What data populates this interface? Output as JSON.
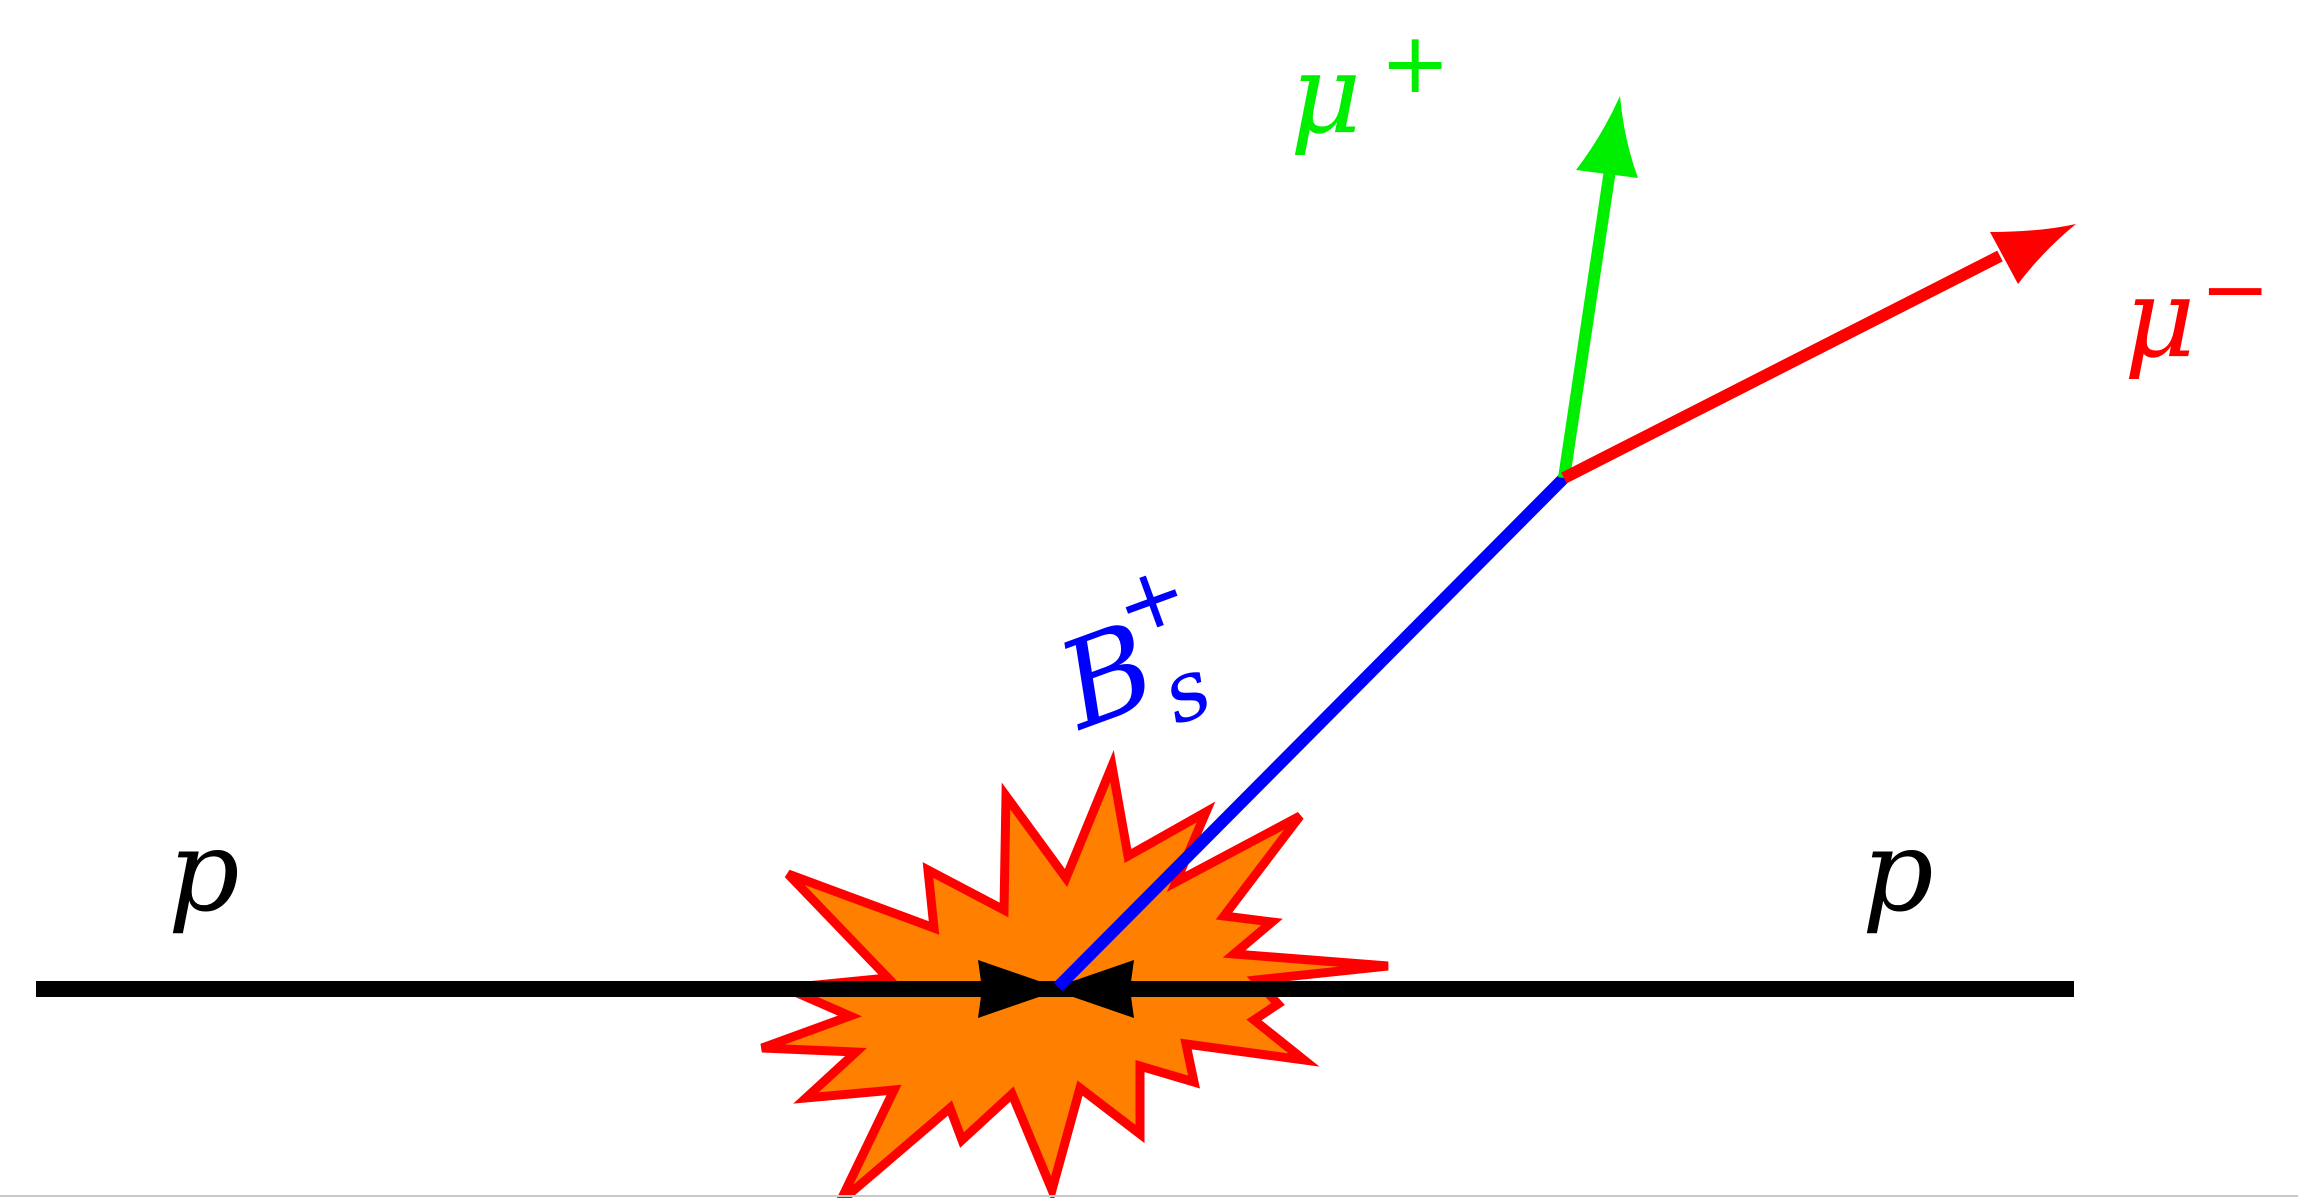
{
  "labels": {
    "proton_left": "p",
    "proton_right": "p",
    "bs_main": "B",
    "bs_charge": "+",
    "bs_subscript": "s",
    "muon_plus_main": "μ",
    "muon_plus_charge": "+",
    "muon_minus_main": "μ",
    "muon_minus_charge": "−"
  },
  "colors": {
    "beam": "#000000",
    "explosion_fill": "#ff8000",
    "explosion_outline": "#ff0000",
    "bs_track": "#0000ff",
    "muon_plus": "#00ee00",
    "muon_minus": "#ff0000"
  },
  "icons": {
    "collision": "explosion-burst-icon",
    "beam_arrow": "arrowhead-icon"
  }
}
